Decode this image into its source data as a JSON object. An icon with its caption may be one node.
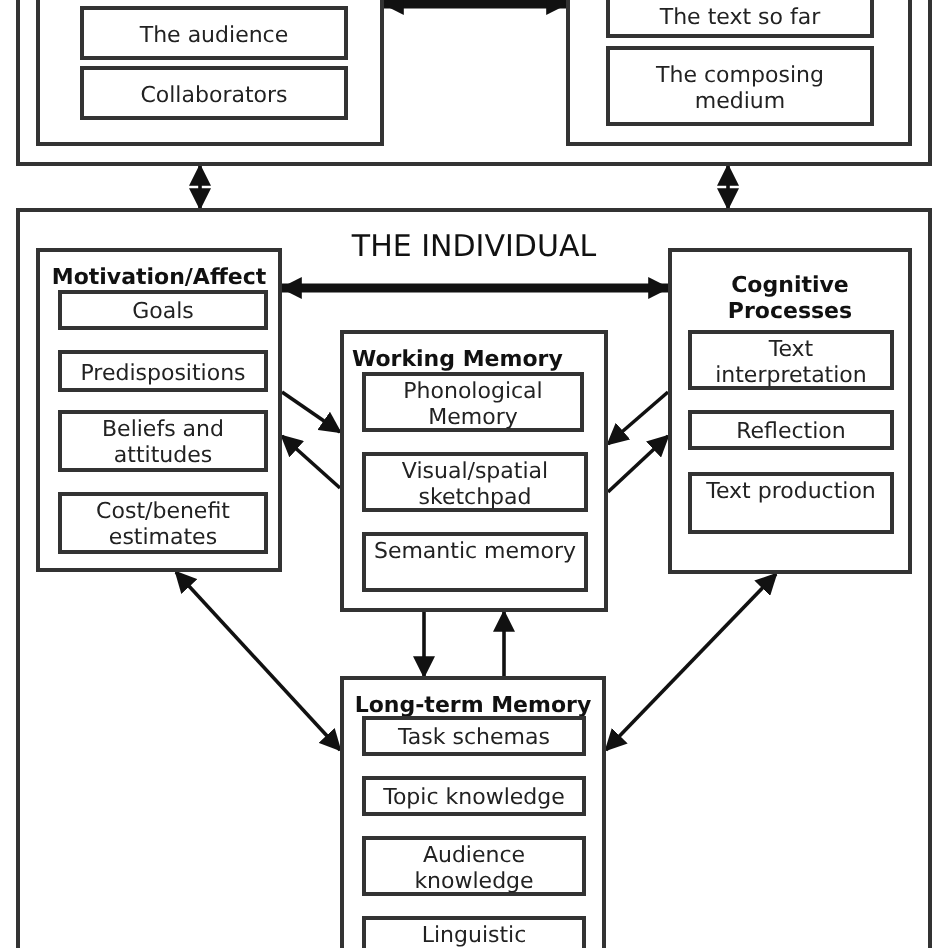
{
  "diagram": {
    "nodes": [
      {
        "text": [],
        "shape": "box"
      },
      {
        "text": [],
        "shape": "box",
        "in": 0
      },
      {
        "text": [
          "The audience"
        ],
        "in": 1
      },
      {
        "text": [
          "Collaborators"
        ],
        "in": 1
      },
      {
        "text": [],
        "shape": "box",
        "in": 0
      },
      {
        "text": [
          "The text so far"
        ],
        "in": 4
      },
      {
        "text": [
          "The composing medium"
        ],
        "in": 4
      },
      {
        "text": [
          "THE INDIVIDUAL"
        ]
      },
      {
        "text": [
          "Motivation/Affect"
        ],
        "in": 7
      },
      {
        "text": [
          "Goals"
        ],
        "in": 8
      },
      {
        "text": [
          "Predispositions"
        ],
        "in": 8
      },
      {
        "text": [
          "Beliefs and attitudes"
        ],
        "in": 8
      },
      {
        "text": [
          "Cost/benefit estimates"
        ],
        "in": 8
      },
      {
        "text": [
          "Working Memory"
        ],
        "in": 7
      },
      {
        "text": [
          "Phonological Memory"
        ],
        "in": 13
      },
      {
        "text": [
          "Visual/spatial sketchpad"
        ],
        "in": 13
      },
      {
        "text": [
          "Semantic memory"
        ],
        "in": 13
      },
      {
        "text": [
          "Cognitive Processes"
        ],
        "in": 7
      },
      {
        "text": [
          "Text interpretation"
        ],
        "in": 17
      },
      {
        "text": [
          "Reflection"
        ],
        "in": 17
      },
      {
        "text": [
          "Text production"
        ],
        "in": 17
      },
      {
        "text": [
          "Long-term Memory"
        ],
        "in": 7
      },
      {
        "text": [
          "Task schemas"
        ],
        "in": 21
      },
      {
        "text": [
          "Topic knowledge"
        ],
        "in": 21
      },
      {
        "text": [
          "Audience knowledge"
        ],
        "in": 21
      },
      {
        "text": [
          "Linguistic"
        ],
        "in": 21
      }
    ],
    "edges": [
      {
        "from": 1,
        "to": 4,
        "arrow": "both",
        "style": "thick"
      },
      {
        "from": 0,
        "to": 7,
        "arrow": "both"
      },
      {
        "from": 0,
        "to": 7,
        "arrow": "both"
      },
      {
        "from": 8,
        "to": 17,
        "arrow": "both",
        "style": "thick"
      },
      {
        "from": 8,
        "to": 13,
        "arrow": "to"
      },
      {
        "from": 13,
        "to": 8,
        "arrow": "to"
      },
      {
        "from": 17,
        "to": 13,
        "arrow": "to"
      },
      {
        "from": 13,
        "to": 17,
        "arrow": "to"
      },
      {
        "from": 13,
        "to": 21,
        "arrow": "to"
      },
      {
        "from": 21,
        "to": 13,
        "arrow": "to"
      },
      {
        "from": 8,
        "to": 21,
        "arrow": "both"
      },
      {
        "from": 17,
        "to": 21,
        "arrow": "both"
      }
    ]
  }
}
